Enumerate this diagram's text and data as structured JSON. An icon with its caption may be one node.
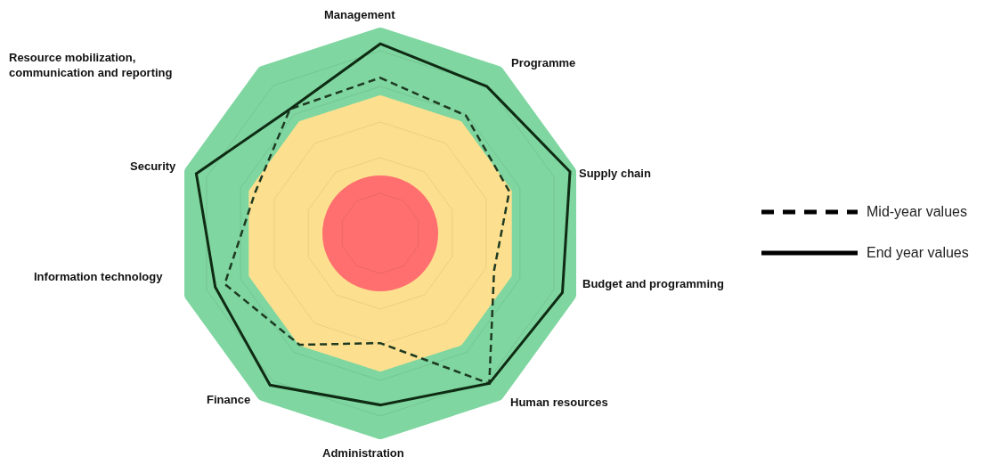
{
  "diagram": {
    "labels": [
      "Management",
      "Resource mobilization, communication and reporting",
      "Programme",
      "Security",
      "Supply chain",
      "Information technology",
      "Budget and programming",
      "Finance",
      "Human resources",
      "Administration"
    ],
    "legend": [
      {
        "text": "Mid-year values"
      },
      {
        "text": "End year values"
      }
    ]
  }
}
